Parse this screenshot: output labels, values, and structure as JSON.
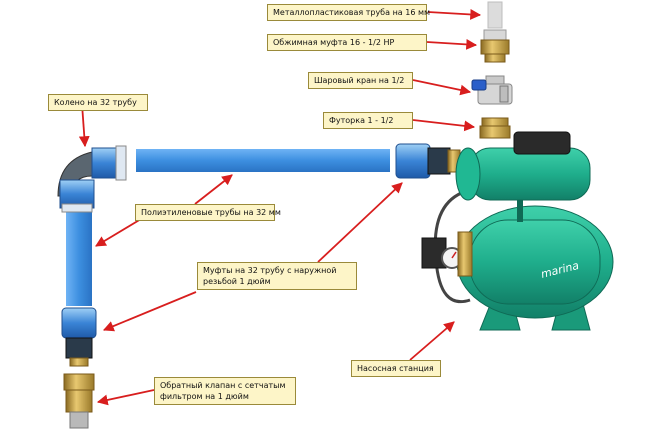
{
  "labels": {
    "metal_pipe": "Металлопластиковая труба на 16 мм",
    "crimp_coupling": "Обжимная муфта 16 - 1/2 НР",
    "ball_valve": "Шаровый кран на 1/2",
    "bushing": "Футорка 1 - 1/2",
    "elbow": "Колено на 32 трубу",
    "pe_pipes": "Полиэтиленовые трубы на 32 мм",
    "couplings_line1": "Муфты на 32 трубу с наружной",
    "couplings_line2": "резьбой 1 дюйм",
    "check_valve_line1": "Обратный клапан с сетчатым",
    "check_valve_line2": "фильтром на 1 дюйм",
    "pump_station": "Насосная станция",
    "brand": "marina"
  },
  "colors": {
    "label_bg": "#fdf5c8",
    "arrow": "#d81e1e",
    "pipe_blue": "#3d8fe0",
    "pump_green": "#1fae8c",
    "brass": "#c8a24a"
  }
}
